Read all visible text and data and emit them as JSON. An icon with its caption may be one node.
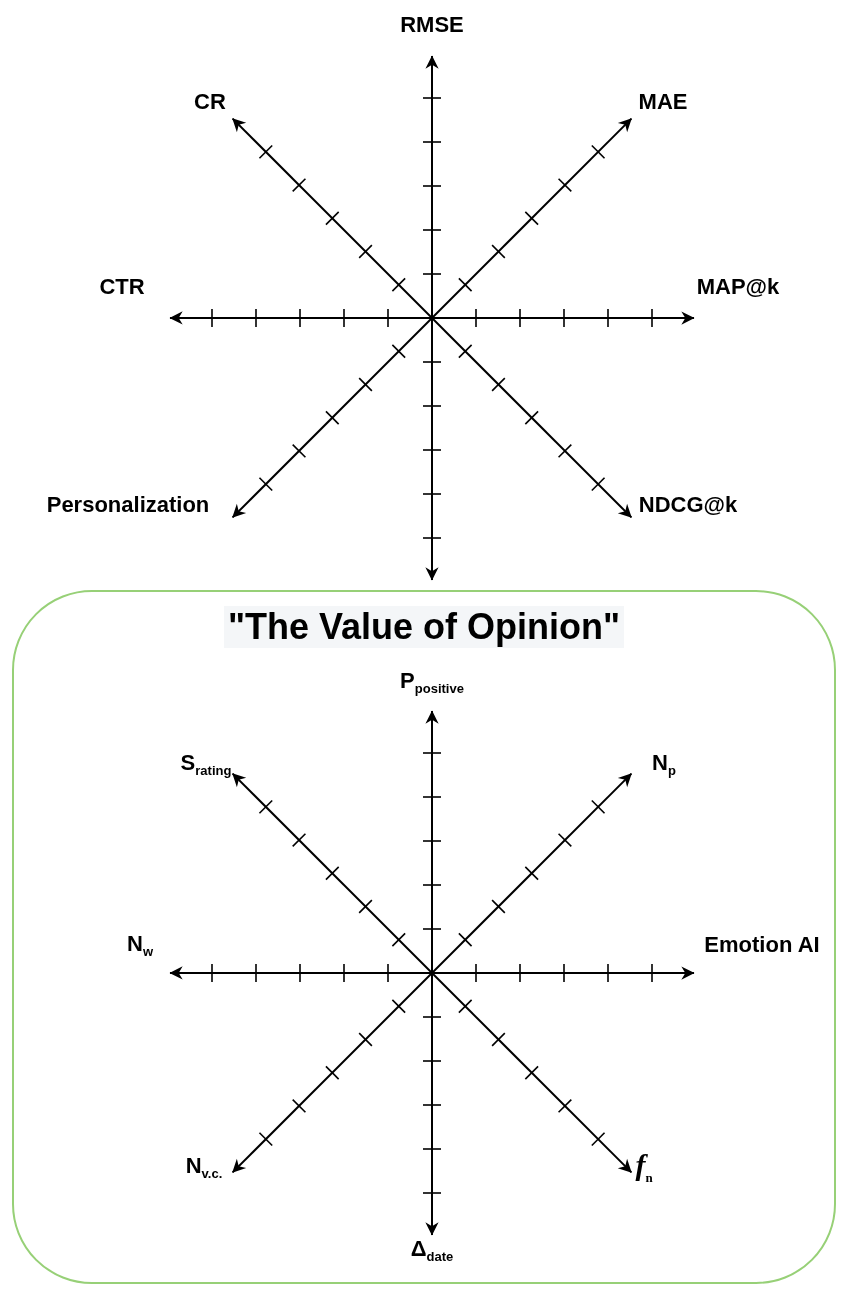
{
  "diagram": {
    "nodes": [
      {
        "text": [
          "\"The Value of Opinion\""
        ]
      }
    ],
    "labels": [
      "RMSE",
      "CR",
      "MAE",
      "CTR",
      "MAP@k",
      "Personalization",
      "NDCG@k",
      "P$_{positive}$",
      "S$_{rating}$",
      "N$_{p}$",
      "N$_{w}$",
      "Emotion AI",
      "N$_{v.c.}$",
      "*f*$_{n}$",
      "Δ$_{date}$"
    ]
  }
}
